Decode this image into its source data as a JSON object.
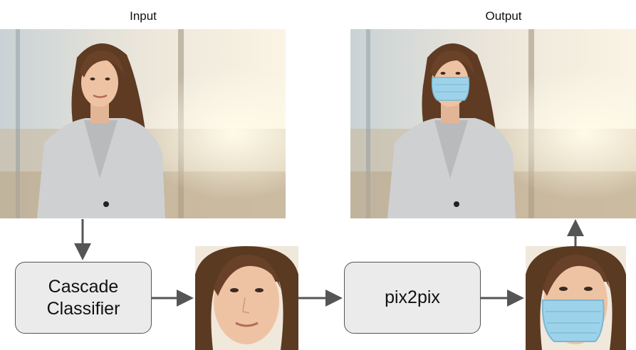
{
  "labels": {
    "input": "Input",
    "output": "Output"
  },
  "boxes": {
    "cascade_line1": "Cascade",
    "cascade_line2": "Classifier",
    "pix2pix": "pix2pix"
  },
  "colors": {
    "arrow": "#555555",
    "box_fill": "#ebebeb",
    "box_border": "#555555",
    "mask": "#9cd3ea"
  }
}
